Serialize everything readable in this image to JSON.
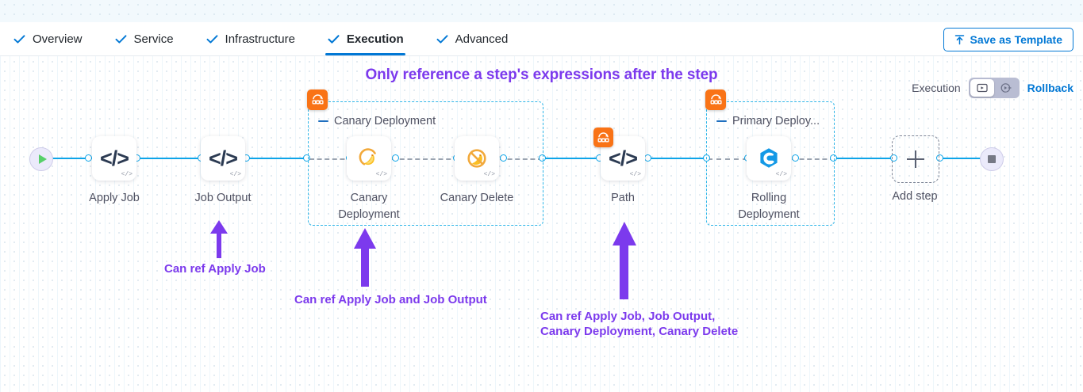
{
  "tabs": [
    {
      "label": "Overview",
      "icon": "check-icon",
      "active": false
    },
    {
      "label": "Service",
      "icon": "check-icon",
      "active": false
    },
    {
      "label": "Infrastructure",
      "icon": "check-icon",
      "active": false
    },
    {
      "label": "Execution",
      "icon": "check-icon",
      "active": true
    },
    {
      "label": "Advanced",
      "icon": "check-icon",
      "active": false
    }
  ],
  "toolbar": {
    "save_template_label": "Save as Template",
    "save_template_icon": "upload-template-icon"
  },
  "headline": "Only reference a step's expressions after the step",
  "execution_control": {
    "label": "Execution",
    "segments": [
      {
        "icon": "execution-view-icon",
        "selected": true
      },
      {
        "icon": "rollback-view-icon",
        "selected": false
      }
    ],
    "rollback_label": "Rollback"
  },
  "pipeline": {
    "start_node": {
      "name": "start-node",
      "icon": "play-icon"
    },
    "end_node": {
      "name": "end-node",
      "icon": "stop-icon"
    },
    "add_step": {
      "label": "Add step",
      "icon": "plus-icon"
    },
    "steps": [
      {
        "name": "apply-job",
        "label": "Apply Job",
        "icon": "code-icon",
        "badge": null
      },
      {
        "name": "job-output",
        "label": "Job Output",
        "icon": "code-icon",
        "badge": null
      },
      {
        "name": "canary-deployment",
        "label": "Canary Deployment",
        "icon": "canary-bird-icon",
        "badge": null
      },
      {
        "name": "canary-delete",
        "label": "Canary Delete",
        "icon": "canary-delete-icon",
        "badge": null
      },
      {
        "name": "path",
        "label": "Path",
        "icon": "code-icon",
        "badge": "step-group-icon"
      },
      {
        "name": "rolling-deployment",
        "label": "Rolling Deployment",
        "icon": "rolling-deploy-icon",
        "badge": null
      }
    ],
    "groups": [
      {
        "name": "canary-deployment-group",
        "label": "Canary Deployment",
        "badge": "step-group-icon"
      },
      {
        "name": "primary-deploy-group",
        "label": "Primary Deploy...",
        "badge": "step-group-icon"
      }
    ]
  },
  "annotations": [
    {
      "name": "annotation-job-output",
      "text": "Can ref Apply Job"
    },
    {
      "name": "annotation-canary-deployment",
      "text": "Can ref Apply Job and Job Output"
    },
    {
      "name": "annotation-path",
      "text": "Can ref Apply Job, Job Output,\nCanary Deployment, Canary Delete"
    }
  ],
  "colors": {
    "accent_blue": "#0278d5",
    "link_blue": "#0ea5e9",
    "group_border": "#2fb6e8",
    "annotation_purple": "#7c3aed",
    "badge_orange": "#f97316"
  }
}
